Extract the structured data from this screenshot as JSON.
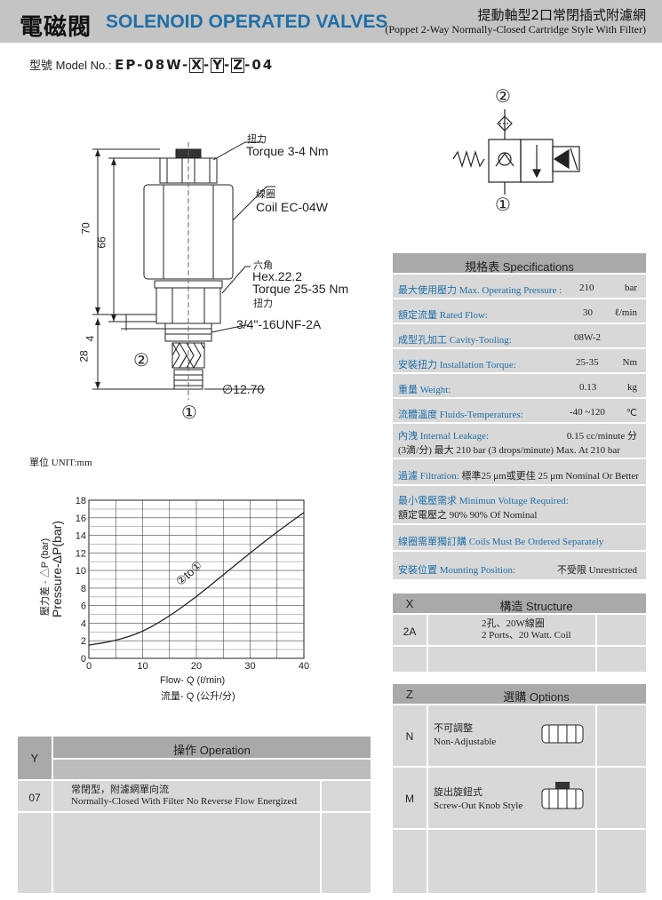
{
  "header": {
    "title_cn": "電磁閥",
    "title_en": "SOLENOID OPERATED VALVES",
    "subtitle_cn": "提動軸型2口常閉插式附濾網",
    "subtitle_en": "(Poppet 2-Way Normally-Closed Cartridge Style With Filter)"
  },
  "model": {
    "label": "型號 Model No.:",
    "prefix": "EP-08W-",
    "x": "X",
    "y": "Y",
    "z": "Z",
    "suffix": "-04"
  },
  "drawing": {
    "torque_cn": "扭力",
    "torque_en": "Torque 3-4 Nm",
    "coil_cn": "線圈",
    "coil_en": "Coil EC-04W",
    "hex_cn": "六角",
    "hex_en": "Hex.22.2",
    "hex_torque_en": "Torque 25-35 Nm",
    "hex_torque_cn": "扭力",
    "thread": "3/4\"-16UNF-2A",
    "diameter": "∅12.70",
    "dim_70": "70",
    "dim_66": "66",
    "dim_4": "4",
    "dim_28": "28",
    "port2": "②",
    "port1": "①",
    "unit": "單位 UNIT:mm"
  },
  "symbol": {
    "port2": "②",
    "port1": "①"
  },
  "specs": {
    "title": "規格表 Specifications",
    "rows": [
      {
        "label": "最大使用壓力 Max. Operating Pressure :",
        "value": "210",
        "unit": "bar"
      },
      {
        "label": "額定流量 Rated Flow:",
        "value": "30",
        "unit": "ℓ/min"
      },
      {
        "label": "成型孔加工 Cavity-Tooling:",
        "value": "08W-2",
        "unit": ""
      },
      {
        "label": "安裝扭力 Installation Torque:",
        "value": "25-35",
        "unit": "Nm"
      },
      {
        "label": "重量 Weight:",
        "value": "0.13",
        "unit": "kg"
      },
      {
        "label": "流體溫度 Fluids-Temperatures:",
        "value": "-40 ~120",
        "unit": "℃"
      }
    ],
    "leakage_label": "內洩 Internal Leakage:",
    "leakage_value": "0.15 cc/minute 分",
    "leakage_note": "(3滴/分) 最大 210 bar   (3 drops/minute) Max. At 210 bar",
    "filtration_label": "過濾 Filtration:",
    "filtration_value": "標準25 μm或更佳 25 μm Nominal Or Better",
    "voltage_label": "最小電壓需求 Minimun Voltage Required:",
    "voltage_value": "額定電壓之 90%     90% Of Nominal",
    "coil_note": "線圈需單獨訂購 Coils Must Be Ordered Separately",
    "mount_label": "安裝位置 Mounting Position:",
    "mount_value": "不受限  Unrestricted"
  },
  "structure": {
    "col_x": "X",
    "title": "構造 Structure",
    "code": "2A",
    "desc_cn": "2孔、20W線圈",
    "desc_en": "2 Ports、20 Watt. Coil"
  },
  "options": {
    "col_z": "Z",
    "title": "選購 Options",
    "items": [
      {
        "code": "N",
        "cn": "不可調整",
        "en": "Non-Adjustable"
      },
      {
        "code": "M",
        "cn": "旋出旋鈕式",
        "en": "Screw-Out Knob Style"
      }
    ]
  },
  "operation": {
    "col_y": "Y",
    "title": "操作 Operation",
    "code": "07",
    "cn": "常閉型，附濾網單向流",
    "en": "Normally-Closed With Filter No Reverse Flow Energized"
  },
  "chart_data": {
    "type": "line",
    "xlabel": "Flow- Q (ℓ/min)",
    "xlabel_cn": "流量- Q (公升/分)",
    "ylabel": "Pressure-ΔP(bar)",
    "ylabel_cn": "壓力差 - △P (bar)",
    "xlim": [
      0,
      40
    ],
    "ylim": [
      0,
      18
    ],
    "x_ticks": [
      0,
      10,
      20,
      30,
      40
    ],
    "y_ticks": [
      0,
      2,
      4,
      6,
      8,
      10,
      12,
      14,
      16,
      18
    ],
    "grid": true,
    "series": [
      {
        "name": "②to①",
        "x": [
          0,
          5,
          10,
          15,
          20,
          25,
          30,
          35,
          40
        ],
        "y": [
          1.5,
          2.0,
          3.0,
          4.8,
          7.0,
          9.5,
          12.0,
          14.4,
          16.6
        ]
      }
    ]
  }
}
